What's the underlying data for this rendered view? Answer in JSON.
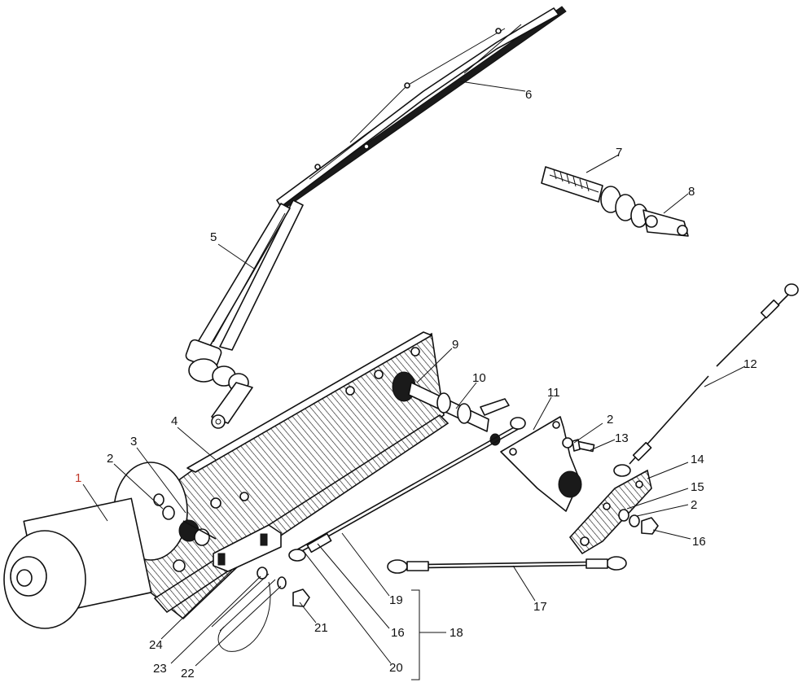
{
  "diagram": {
    "labels": {
      "n1": "1",
      "n2a": "2",
      "n2b": "2",
      "n2c": "2",
      "n3": "3",
      "n4": "4",
      "n5": "5",
      "n6": "6",
      "n7": "7",
      "n8": "8",
      "n9": "9",
      "n10": "10",
      "n11": "11",
      "n12": "12",
      "n13": "13",
      "n14": "14",
      "n15": "15",
      "n16a": "16",
      "n16b": "16",
      "n17": "17",
      "n18": "18",
      "n19": "19",
      "n20": "20",
      "n21": "21",
      "n22": "22",
      "n23": "23",
      "n24": "24"
    },
    "highlight_color": "#c0392b",
    "ink_color": "#111111"
  }
}
